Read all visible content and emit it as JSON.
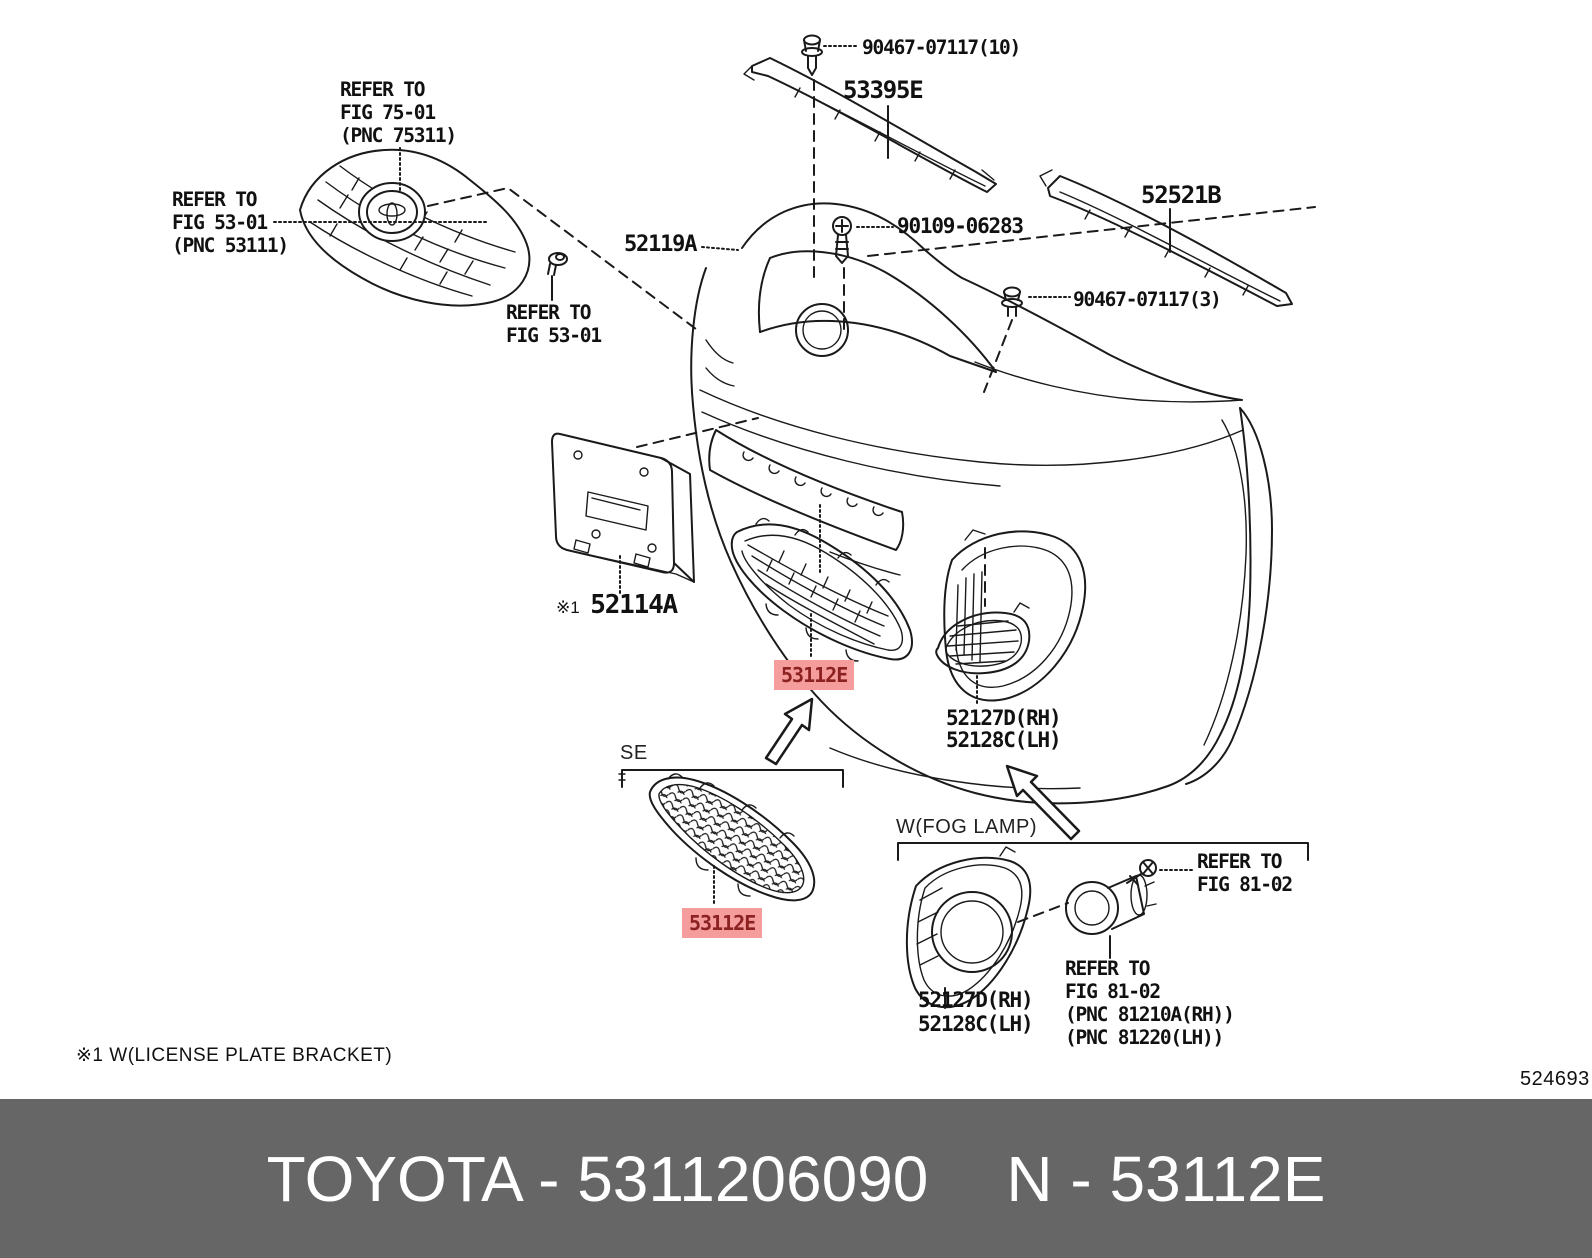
{
  "colors": {
    "bg": "#ffffff",
    "line": "#1a1a1a",
    "hl-bg": "#f59c9c",
    "hl-fg": "#8b2121",
    "footer-bg": "#666666",
    "footer-fg": "#ffffff"
  },
  "callouts": {
    "clip_top": "90467-07117(10)",
    "strip_top": "53395E",
    "refer_fig75": [
      "REFER TO",
      "FIG 75-01",
      "(PNC 75311)"
    ],
    "refer_fig53_grille": [
      "REFER TO",
      "FIG 53-01",
      "(PNC 53111)"
    ],
    "refer_fig53_clip": [
      "REFER TO",
      "FIG 53-01"
    ],
    "bumper_cover": "52119A",
    "screw_center": "90109-06283",
    "strip_right": "52521B",
    "clip_right": "90467-07117(3)",
    "license_bracket_note": "※1",
    "license_bracket": "52114A",
    "part_main": "53112E",
    "fog_cover_upper": [
      "52127D(RH)",
      "52128C(LH)"
    ],
    "se_section": "SE",
    "part_se": "53112E",
    "fog_section": "W(FOG LAMP)",
    "refer_fig81": [
      "REFER TO",
      "FIG 81-02"
    ],
    "fog_cover_lower": [
      "52127D(RH)",
      "52128C(LH)"
    ],
    "refer_fig81_pnc": [
      "REFER TO",
      "FIG 81-02",
      "(PNC 81210A(RH))",
      "(PNC 81220(LH))"
    ]
  },
  "footnote": "※1 W(LICENSE PLATE BRACKET)",
  "doc_number": "524693",
  "footer": {
    "left": "TOYOTA - 5311206090",
    "right": "N - 53112E"
  }
}
